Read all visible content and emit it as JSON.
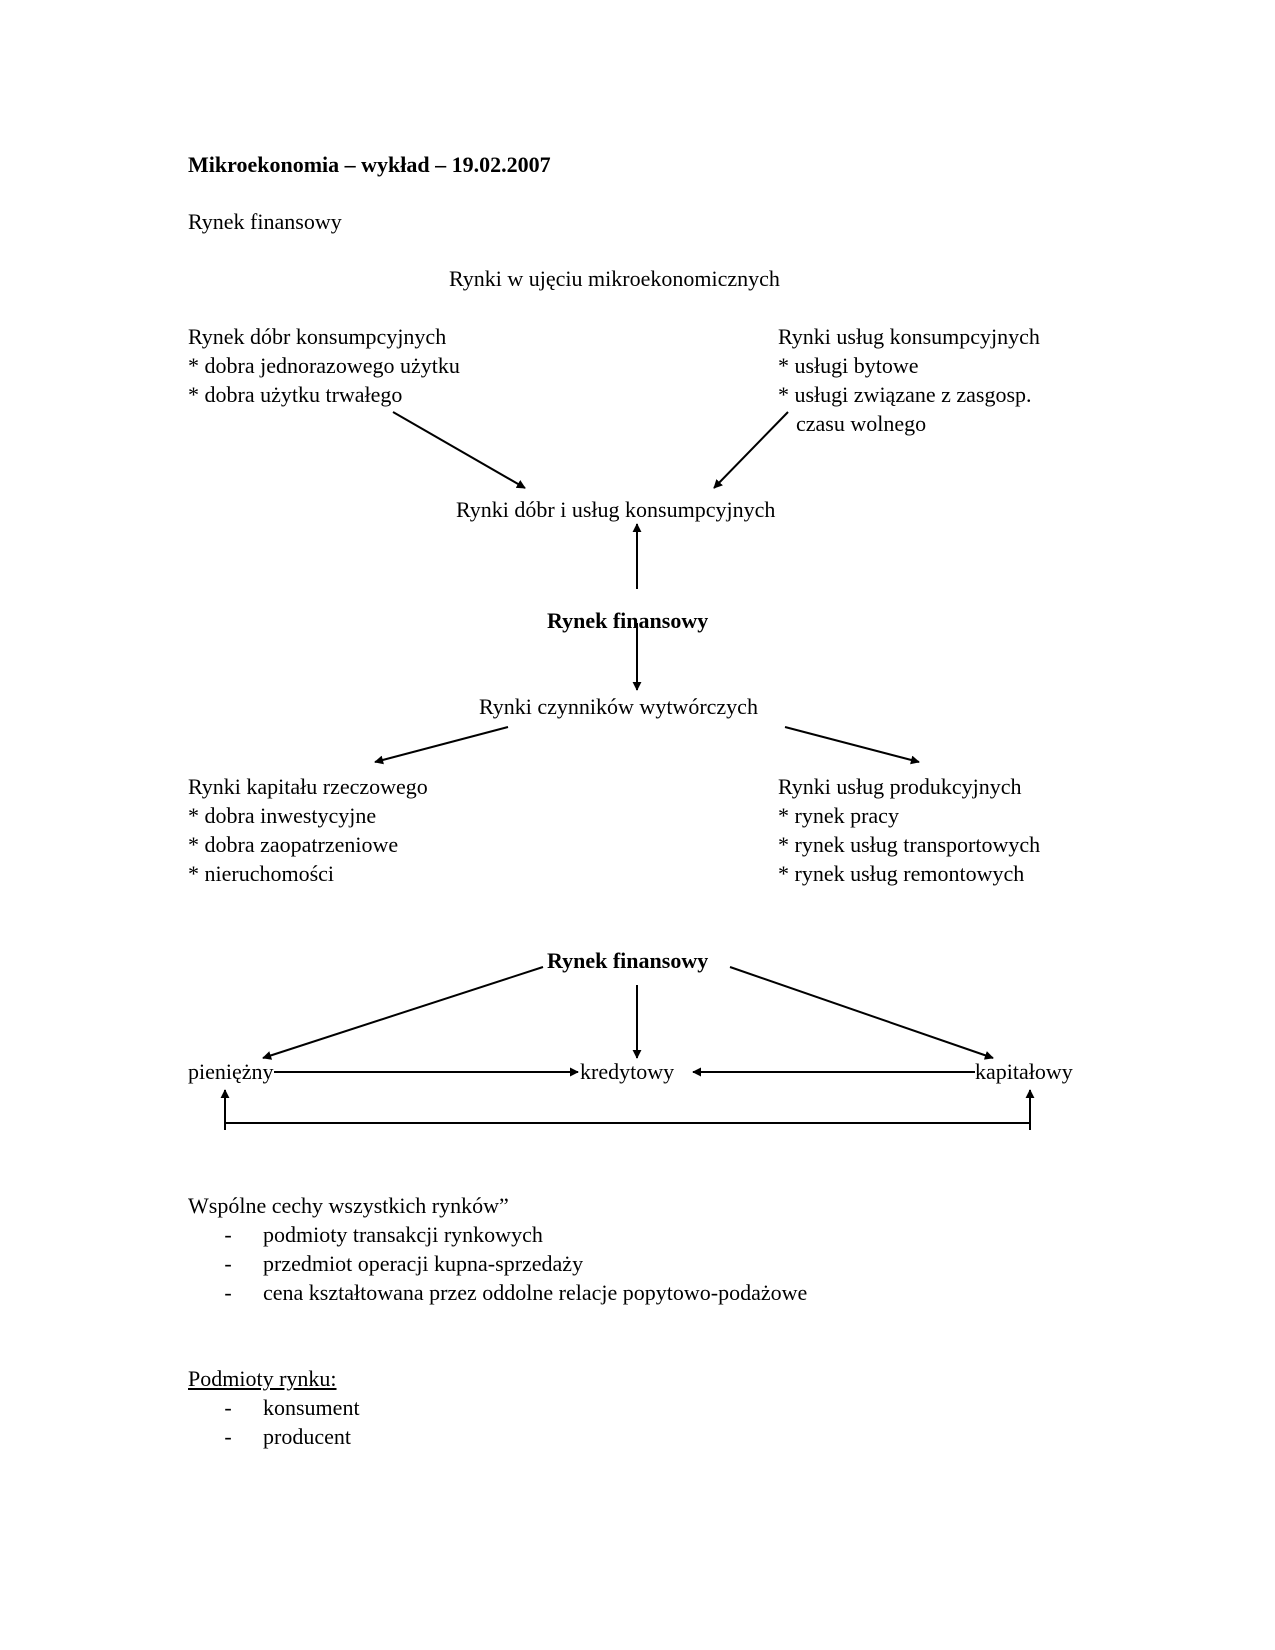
{
  "header": {
    "title": "Mikroekonomia – wykład – 19.02.2007",
    "subtitle": "Rynek finansowy"
  },
  "diagram1": {
    "title": "Rynki w ujęciu mikroekonomicznych",
    "left_box": {
      "heading": "Rynek dóbr konsumpcyjnych",
      "items": [
        "* dobra jednorazowego użytku",
        "* dobra użytku trwałego"
      ]
    },
    "right_box": {
      "heading": "Rynki usług konsumpcyjnych",
      "items": [
        "* usługi bytowe",
        "* usługi związane z zasgosp.",
        "czasu wolnego"
      ]
    },
    "center_top": "Rynki dóbr i usług konsumpcyjnych",
    "center_middle": "Rynek finansowy",
    "center_bottom": "Rynki czynników wytwórczych",
    "bottom_left": {
      "heading": "Rynki kapitału rzeczowego",
      "items": [
        "* dobra inwestycyjne",
        "* dobra zaopatrzeniowe",
        "* nieruchomości"
      ]
    },
    "bottom_right": {
      "heading": "Rynki usług produkcyjnych",
      "items": [
        "* rynek pracy",
        "* rynek usług transportowych",
        "* rynek usług remontowych"
      ]
    }
  },
  "diagram2": {
    "top": "Rynek finansowy",
    "left": "pieniężny",
    "middle": "kredytowy",
    "right": "kapitałowy"
  },
  "section_common": {
    "heading": "Wspólne cechy wszystkich rynków”",
    "items": [
      "podmioty transakcji rynkowych",
      "przedmiot operacji kupna-sprzedaży",
      "cena kształtowana przez oddolne relacje popytowo-podażowe"
    ]
  },
  "section_subjects": {
    "heading": "Podmioty rynku:",
    "items": [
      "konsument",
      "producent"
    ]
  },
  "bullet_symbol": "-"
}
